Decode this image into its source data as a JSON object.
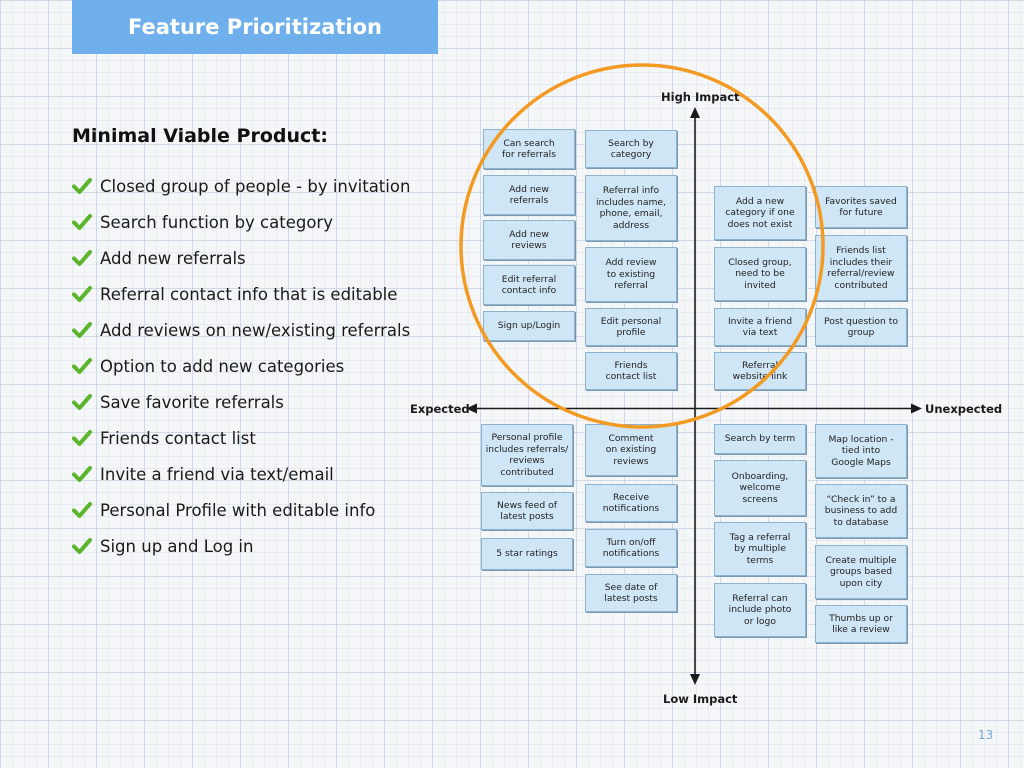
{
  "header": {
    "title": "Feature Prioritization"
  },
  "mvp": {
    "heading": "Minimal Viable Product:",
    "items": [
      "Closed group of people - by invitation",
      "Search function by category",
      "Add new referrals",
      "Referral contact info that is editable",
      "Add reviews on new/existing referrals",
      "Option to add new categories",
      "Save favorite referrals",
      "Friends contact list",
      "Invite a friend via text/email",
      "Personal Profile with editable info",
      "Sign up and Log in"
    ]
  },
  "matrix": {
    "axes": {
      "top": "High Impact",
      "bottom": "Low Impact",
      "left": "Expected",
      "right": "Unexpected"
    },
    "cards": [
      "Can search\nfor referrals",
      "Add new\nreferrals",
      "Add new\nreviews",
      "Edit referral\ncontact info",
      "Sign up/Login",
      "Search by\ncategory",
      "Referral info\nincludes name,\nphone, email,\naddress",
      "Add review\nto existing\nreferral",
      "Edit personal\nprofile",
      "Friends\ncontact list",
      "Add a new\ncategory if one\ndoes not exist",
      "Closed group,\nneed to be\ninvited",
      "Invite a friend\nvia text",
      "Referral\nwebsite link",
      "Favorites saved\nfor future",
      "Friends list\nincludes their\nreferral/review\ncontributed",
      "Post question to\ngroup",
      "Personal profile\nincludes referrals/\nreviews\ncontributed",
      "News feed of\nlatest posts",
      "5 star ratings",
      "Comment\non existing\nreviews",
      "Receive\nnotifications",
      "Turn on/off\nnotifications",
      "See date of\nlatest posts",
      "Search by term",
      "Onboarding,\nwelcome\nscreens",
      "Tag a referral\nby multiple\nterms",
      "Referral can\ninclude photo\nor logo",
      "Map location -\ntied into\nGoogle Maps",
      "“Check in” to a\nbusiness to add\nto database",
      "Create multiple\ngroups based\nupon city",
      "Thumbs up or\nlike a review"
    ]
  },
  "colors": {
    "accent": "#6fb0ec",
    "check": "#5cb52c",
    "circle": "#f39a23",
    "card_fill": "#cfe6f7"
  },
  "page_number": "13"
}
